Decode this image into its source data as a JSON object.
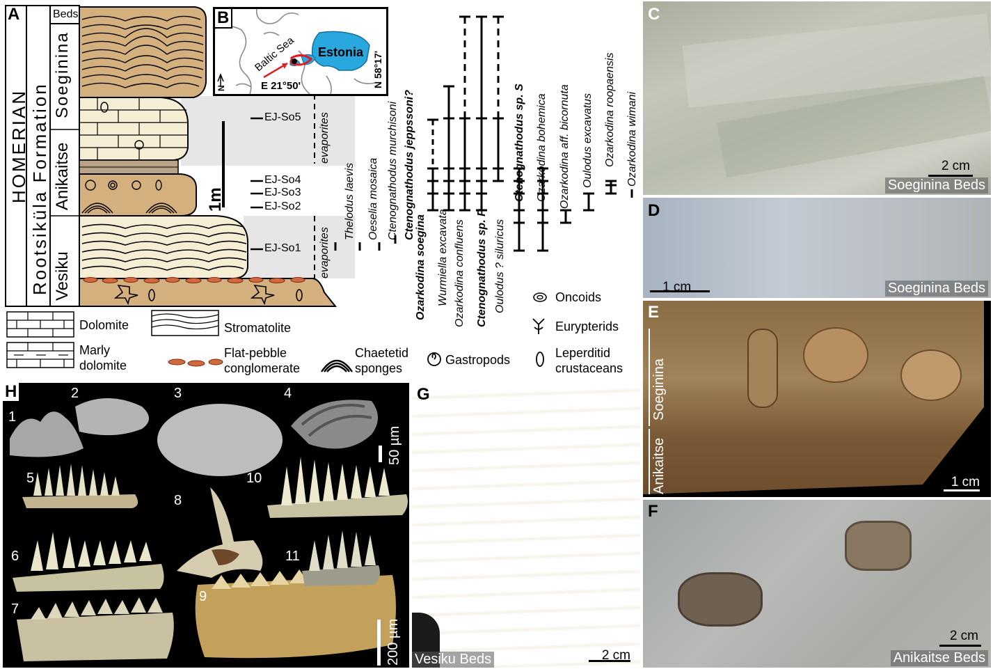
{
  "panels": {
    "A": "A",
    "B": "B",
    "C": "C",
    "D": "D",
    "E": "E",
    "F": "F",
    "G": "G",
    "H": "H"
  },
  "stratigraphy": {
    "stage": "HOMERIAN",
    "formation": "Rootsiküla Formation",
    "beds_header": "Beds",
    "beds": [
      "Soeginina",
      "Anikaitse",
      "Vesiku"
    ],
    "samples": [
      "EJ-So5",
      "EJ-So4",
      "EJ-So3",
      "EJ-So2",
      "EJ-So1"
    ],
    "scale": "1m",
    "evaporites_upper": "evaporites",
    "evaporites_lower": "evaporites"
  },
  "map": {
    "sea": "Baltic Sea",
    "country": "Estonia",
    "lon": "E 21°50'",
    "lat": "N 58°17'",
    "north": "N",
    "colors": {
      "estonia": "#29a8e0",
      "marker": "#e21b23"
    }
  },
  "taxa": [
    {
      "name": "Thelodus laevis",
      "bold": false
    },
    {
      "name": "Oeselia mosaica",
      "bold": false
    },
    {
      "name": "Ctenognathodus murchisoni",
      "bold": false
    },
    {
      "name": "Ctenognathodus jeppssoni?",
      "bold": true
    },
    {
      "name": "Ozarkodina soegina",
      "bold": true
    },
    {
      "name": "Wurmiella excavata",
      "bold": false
    },
    {
      "name": "Ozarkodina confluens",
      "bold": false
    },
    {
      "name": "Ctenognathodus sp. P",
      "bold": true
    },
    {
      "name": "Oulodus ? siluricus",
      "bold": false
    },
    {
      "name": "Ctenognathodus sp. S",
      "bold": true
    },
    {
      "name": "Ozarkodina bohemica",
      "bold": false
    },
    {
      "name": "Ozarkodina aff. bicornuta",
      "bold": false
    },
    {
      "name": "Oulodus excavatus",
      "bold": false
    },
    {
      "name": "Ozarkodina roopaensis",
      "bold": false
    },
    {
      "name": "Ozarkodina wimani",
      "bold": false
    }
  ],
  "legend": {
    "dolomite": "Dolomite",
    "marly": "Marly\ndolomite",
    "stromatolite": "Stromatolite",
    "flatpebble": "Flat-pebble\nconglomerate",
    "chaetetid": "Chaetetid\nsponges",
    "gastropods": "Gastropods",
    "oncoids": "Oncoids",
    "eurypterids": "Eurypterids",
    "leperditid": "Leperditid\ncrustaceans"
  },
  "photos": {
    "C": {
      "caption": "Soeginina Beds",
      "scale": "2 cm"
    },
    "D": {
      "caption": "Soeginina Beds",
      "scale": "1 cm"
    },
    "E": {
      "label_up": "Soeginina",
      "label_down": "Anikaitse",
      "scale": "1 cm"
    },
    "F": {
      "caption": "Anikaitse Beds",
      "scale": "2 cm"
    },
    "G": {
      "caption": "Vesiku Beds",
      "scale": "2 cm"
    }
  },
  "specimens": {
    "numbers": [
      "1",
      "2",
      "3",
      "4",
      "5",
      "6",
      "7",
      "8",
      "9",
      "10",
      "11"
    ],
    "scale_small": "50 µm",
    "scale_large": "200 µm"
  }
}
